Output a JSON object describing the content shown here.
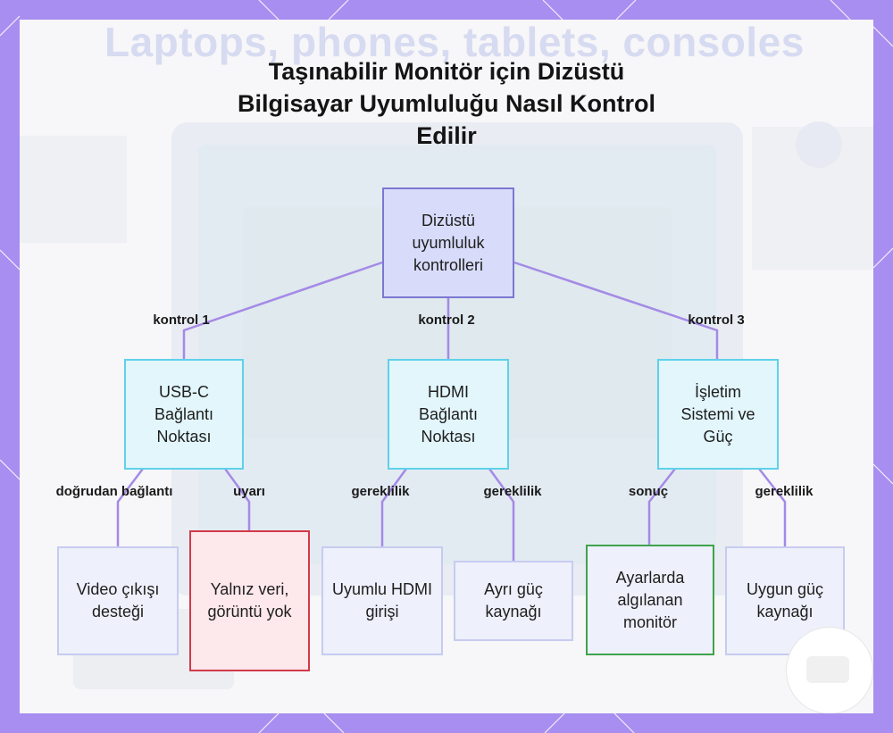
{
  "title_lines": [
    "Taşınabilir Monitör için Dizüstü",
    "Bilgisayar Uyumluluğu Nasıl Kontrol",
    "Edilir"
  ],
  "background_text": "Laptops, phones, tablets, consoles",
  "nodes": {
    "root": "Dizüstü uyumluluk kontrolleri",
    "usbc": "USB-C Bağlantı Noktası",
    "hdmi": "HDMI Bağlantı Noktası",
    "os": "İşletim Sistemi ve Güç",
    "video": "Video çıkışı desteği",
    "data_only": "Yalnız veri, görüntü yok",
    "hdmi_input": "Uyumlu HDMI girişi",
    "power_sep": "Ayrı güç kaynağı",
    "detected": "Ayarlarda algılanan monitör",
    "power_ok": "Uygun güç kaynağı"
  },
  "edge_labels": {
    "c1": "kontrol 1",
    "c2": "kontrol 2",
    "c3": "kontrol 3",
    "direct": "doğrudan bağlantı",
    "warning": "uyarı",
    "req1": "gereklilik",
    "req2": "gereklilik",
    "result": "sonuç",
    "req3": "gereklilik"
  },
  "colors": {
    "frame": "#a88ef0",
    "edge": "#a48ae6",
    "root_fill": "#d8dcfa",
    "root_border": "#7b78d2",
    "mid_fill": "#e2f6fc",
    "mid_border": "#5fd1ea",
    "leaf_fill": "#eef0fb",
    "leaf_border": "#c6ccf0",
    "warning_border": "#d23a48",
    "warning_fill": "#fde8ec",
    "success_border": "#3fa34d"
  }
}
